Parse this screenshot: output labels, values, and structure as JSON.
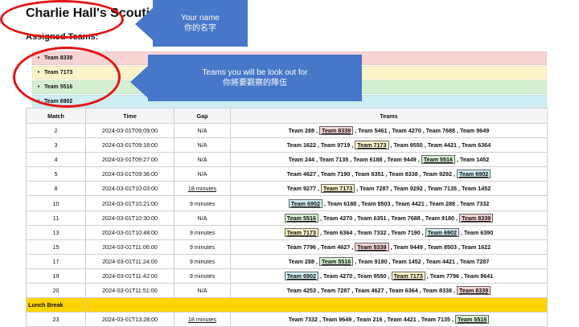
{
  "page": {
    "title": "Charlie Hall's Scouting Schedule",
    "assigned_heading": "Assigned Teams:"
  },
  "assigned_teams": [
    {
      "bullet": "•",
      "name": "Team 8339",
      "color": "#f8d3d3"
    },
    {
      "bullet": "•",
      "name": "Team 7173",
      "color": "#fbf4c9"
    },
    {
      "bullet": "•",
      "name": "Team 5516",
      "color": "#d5f0d0"
    },
    {
      "bullet": "•",
      "name": "Team 6902",
      "color": "#cdeef2"
    }
  ],
  "table": {
    "headers": [
      "Match",
      "Time",
      "Gap",
      "Teams"
    ],
    "rows": [
      {
        "match": "2",
        "time": "2024-03-01T09:09:00",
        "gap": "N/A",
        "teams": [
          "Team 288",
          "Team 8339",
          "Team 5461",
          "Team 4270",
          "Team 7688",
          "Team 9649"
        ]
      },
      {
        "match": "3",
        "time": "2024-03-01T09:18:00",
        "gap": "N/A",
        "teams": [
          "Team 1622",
          "Team 9719",
          "Team 7173",
          "Team 9550",
          "Team 4421",
          "Team 6364"
        ]
      },
      {
        "match": "4",
        "time": "2024-03-01T09:27:00",
        "gap": "N/A",
        "teams": [
          "Team 244",
          "Team 7135",
          "Team 6188",
          "Team 9449",
          "Team 5516",
          "Team 1452"
        ]
      },
      {
        "match": "5",
        "time": "2024-03-01T09:36:00",
        "gap": "N/A",
        "teams": [
          "Team 4627",
          "Team 7190",
          "Team 6351",
          "Team 8338",
          "Team 9292",
          "Team 6902"
        ]
      },
      {
        "match": "8",
        "time": "2024-03-01T10:03:00",
        "gap": "18 minutes",
        "gap_link": true,
        "teams": [
          "Team 9277",
          "Team 7173",
          "Team 7287",
          "Team 9292",
          "Team 7135",
          "Team 1452"
        ]
      },
      {
        "match": "10",
        "time": "2024-03-01T10:21:00",
        "gap": "9 minutes",
        "teams": [
          "Team 6902",
          "Team 6188",
          "Team 8503",
          "Team 4421",
          "Team 288",
          "Team 7332"
        ]
      },
      {
        "match": "11",
        "time": "2024-03-01T10:30:00",
        "gap": "N/A",
        "teams": [
          "Team 5516",
          "Team 4270",
          "Team 6351",
          "Team 7688",
          "Team 9180",
          "Team 8339"
        ]
      },
      {
        "match": "13",
        "time": "2024-03-01T10:48:00",
        "gap": "9 minutes",
        "teams": [
          "Team 7173",
          "Team 6364",
          "Team 7332",
          "Team 7190",
          "Team 6902",
          "Team 6390"
        ]
      },
      {
        "match": "15",
        "time": "2024-03-01T11:06:00",
        "gap": "9 minutes",
        "teams": [
          "Team 7796",
          "Team 4627",
          "Team 8339",
          "Team 9449",
          "Team 8503",
          "Team 1622"
        ]
      },
      {
        "match": "17",
        "time": "2024-03-01T11:24:00",
        "gap": "9 minutes",
        "teams": [
          "Team 288",
          "Team 5516",
          "Team 9180",
          "Team 1452",
          "Team 4421",
          "Team 7287"
        ]
      },
      {
        "match": "19",
        "time": "2024-03-01T11:42:00",
        "gap": "9 minutes",
        "teams": [
          "Team 6902",
          "Team 4270",
          "Team 9550",
          "Team 7173",
          "Team 7796",
          "Team 9641"
        ]
      },
      {
        "match": "20",
        "time": "2024-03-01T11:51:00",
        "gap": "N/A",
        "teams": [
          "Team 4253",
          "Team 7287",
          "Team 4627",
          "Team 6364",
          "Team 8338",
          "Team 8339"
        ]
      },
      {
        "lunch": true,
        "label": "Lunch Break"
      },
      {
        "match": "23",
        "time": "2024-03-01T13:28:00",
        "gap": "18 minutes",
        "gap_link": true,
        "teams": [
          "Team 7332",
          "Team 9649",
          "Team 216",
          "Team 4421",
          "Team 7135",
          "Team 5516"
        ]
      }
    ]
  },
  "annotations": {
    "name_callout": {
      "en": "Your name",
      "zh": "你的名字"
    },
    "teams_callout": {
      "en": "Teams you will be look out for",
      "zh": "你將要觀察的隊伍"
    },
    "ellipse_color": "#e41414",
    "callout_color": "#4677c9"
  }
}
